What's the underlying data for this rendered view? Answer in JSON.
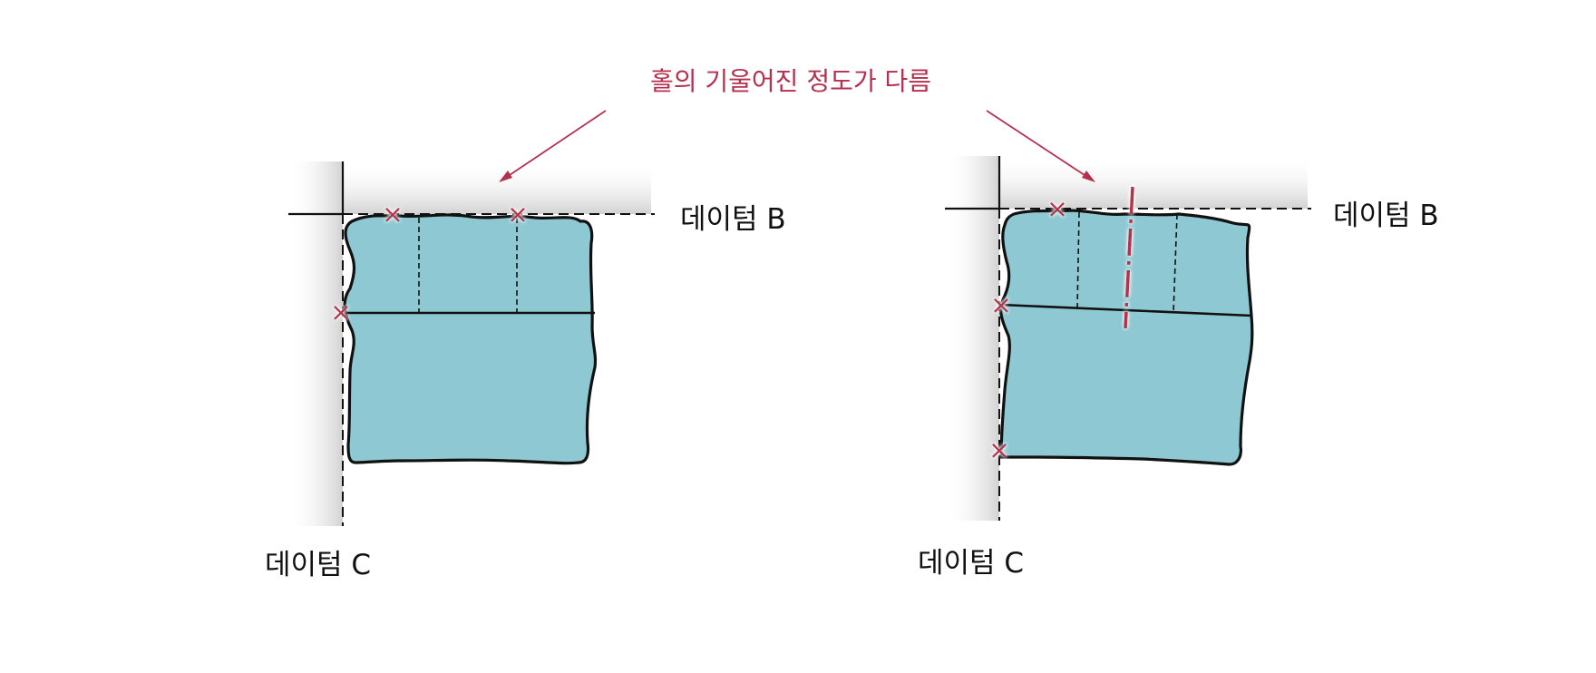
{
  "annotation": {
    "text": "홀의 기울어진 정도가 다름"
  },
  "left_figure": {
    "datum_b_label": "데이텀 B",
    "datum_c_label": "데이텀 C"
  },
  "right_figure": {
    "datum_b_label": "데이텀 B",
    "datum_c_label": "데이텀 C"
  },
  "colors": {
    "part_fill": "#8ec8d2",
    "accent": "#b5304e",
    "line": "#111111",
    "datum_shadow": "#d6d6d6"
  }
}
